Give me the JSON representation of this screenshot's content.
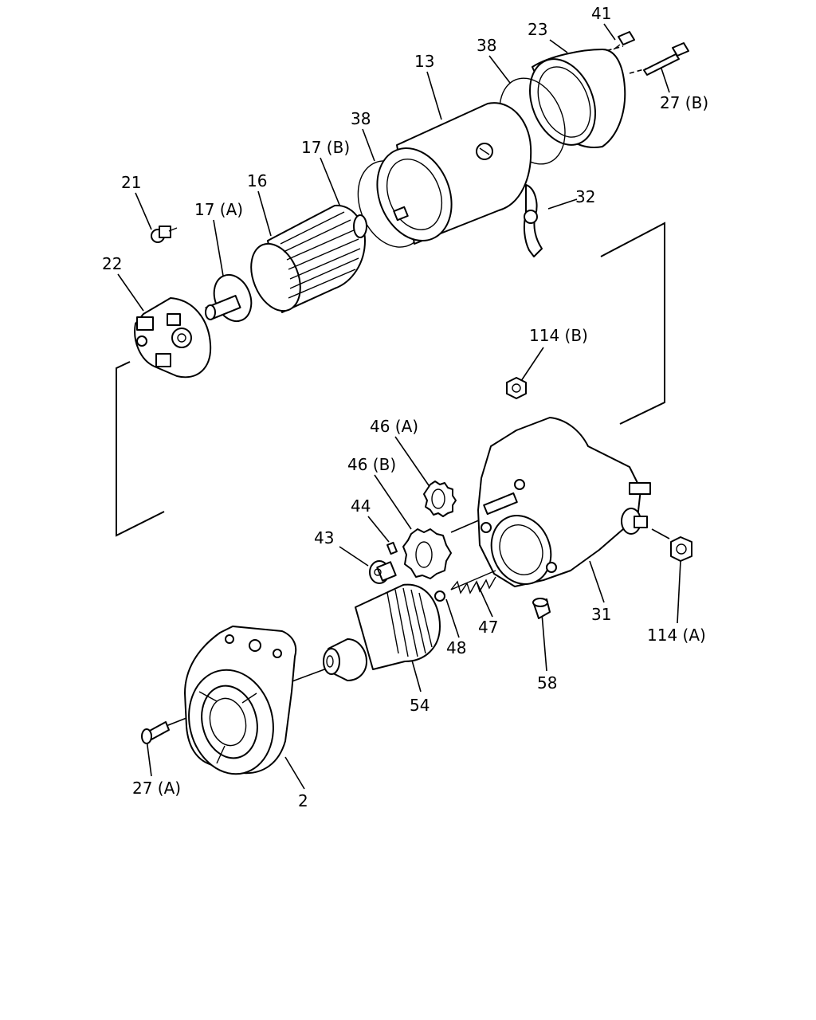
{
  "diagram": {
    "labels": [
      {
        "id": "41",
        "text": "41"
      },
      {
        "id": "23",
        "text": "23"
      },
      {
        "id": "38a",
        "text": "38"
      },
      {
        "id": "13",
        "text": "13"
      },
      {
        "id": "27b",
        "text": "27 (B)"
      },
      {
        "id": "38b",
        "text": "38"
      },
      {
        "id": "17b",
        "text": "17 (B)"
      },
      {
        "id": "16",
        "text": "16"
      },
      {
        "id": "21",
        "text": "21"
      },
      {
        "id": "17a",
        "text": "17 (A)"
      },
      {
        "id": "32",
        "text": "32"
      },
      {
        "id": "22",
        "text": "22"
      },
      {
        "id": "114b",
        "text": "114 (B)"
      },
      {
        "id": "46a",
        "text": "46 (A)"
      },
      {
        "id": "46b",
        "text": "46 (B)"
      },
      {
        "id": "44",
        "text": "44"
      },
      {
        "id": "43",
        "text": "43"
      },
      {
        "id": "47",
        "text": "47"
      },
      {
        "id": "31",
        "text": "31"
      },
      {
        "id": "114a",
        "text": "114 (A)"
      },
      {
        "id": "48",
        "text": "48"
      },
      {
        "id": "58",
        "text": "58"
      },
      {
        "id": "54",
        "text": "54"
      },
      {
        "id": "27a",
        "text": "27 (A)"
      },
      {
        "id": "2",
        "text": "2"
      }
    ]
  }
}
